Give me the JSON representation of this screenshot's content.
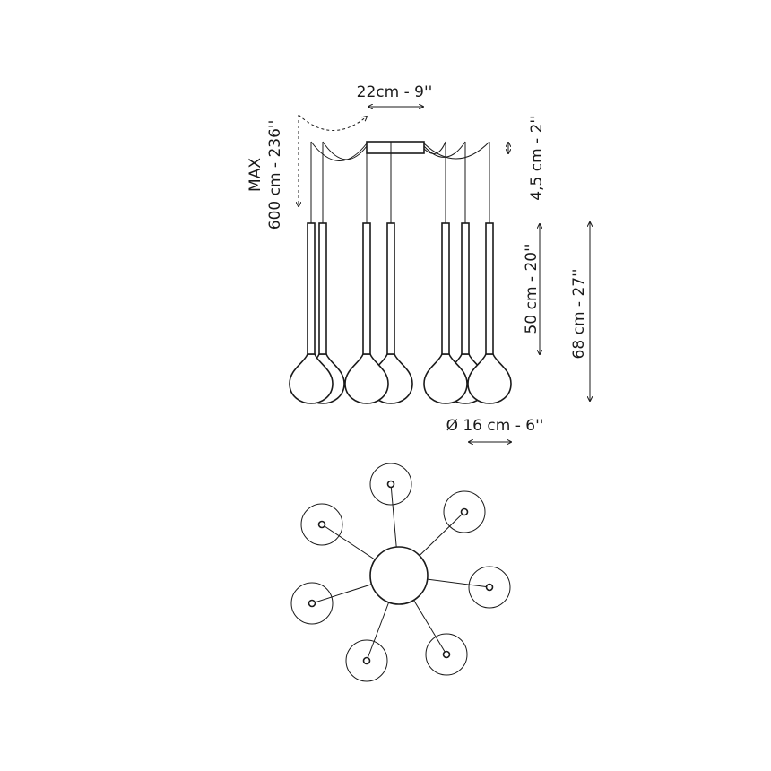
{
  "dimensions": {
    "canopy_width": "22cm - 9''",
    "max_label": "MAX",
    "max_length": "600 cm - 236''",
    "canopy_height": "4,5 cm - 2''",
    "tube_length": "50 cm - 20''",
    "total_height": "68 cm - 27''",
    "diameter": "Ø 16 cm - 6''"
  },
  "colors": {
    "line": "#1a1a1a",
    "background": "#ffffff"
  }
}
